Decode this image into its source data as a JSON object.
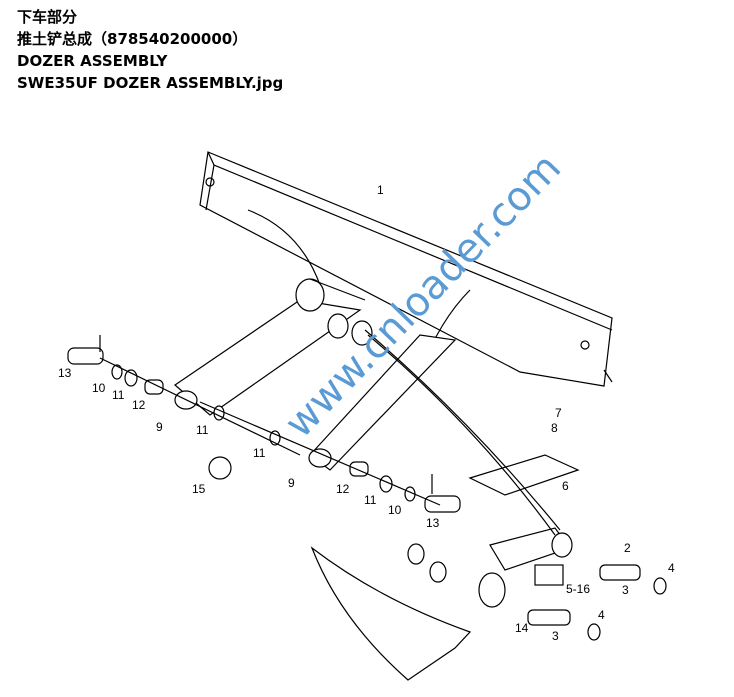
{
  "header": {
    "line1": "下车部分",
    "line2": "推土铲总成（878540200000）",
    "line3": "DOZER ASSEMBLY",
    "line4": "SWE35UF DOZER ASSEMBLY.jpg"
  },
  "watermark": "www.cnloader.com",
  "callouts": [
    "1",
    "13",
    "10",
    "11",
    "12",
    "9",
    "11",
    "11",
    "9",
    "15",
    "12",
    "11",
    "10",
    "13",
    "7",
    "8",
    "6",
    "2",
    "4",
    "3",
    "5-16",
    "4",
    "14",
    "3"
  ]
}
